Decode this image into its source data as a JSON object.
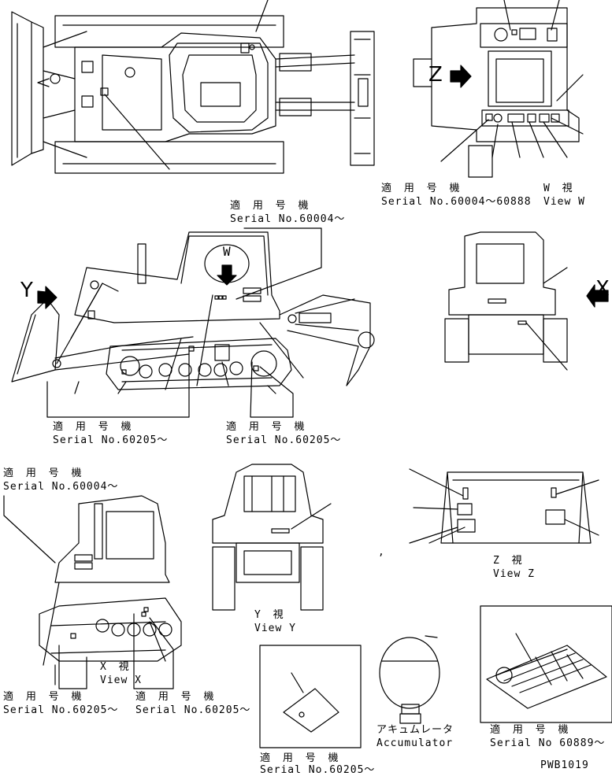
{
  "labels": {
    "w_jp": "適 用 号 機",
    "w_serial": "Serial No.60004～60888",
    "view_w_jp": "W 視",
    "view_w": "View W",
    "side_top_jp": "適 用 号 機",
    "side_top_serial": "Serial No.60004～",
    "side_left_jp": "適 用 号 機",
    "side_left_serial": "Serial No.60205～",
    "side_right_jp": "適 用 号 機",
    "side_right_serial": "Serial No.60205～",
    "x_top_jp": "適 用 号 機",
    "x_top_serial": "Serial No.60004～",
    "x_bl_jp": "適 用 号 機",
    "x_bl_serial": "Serial No.60205～",
    "x_br_jp": "適 用 号 機",
    "x_br_serial": "Serial No.60205～",
    "view_x_jp": "X 視",
    "view_x": "View X",
    "view_y_jp": "Y 視",
    "view_y": "View Y",
    "view_z_jp": "Z 視",
    "view_z": "View Z",
    "panel_jp": "適 用 号 機",
    "panel_serial": "Serial No.60205～",
    "accum_jp": "アキュムレータ",
    "accum": "Accumulator",
    "manual_jp": "適 用 号 機",
    "manual_serial": "Serial No 60889～",
    "letter_z": "Z",
    "letter_y": "Y",
    "letter_x": "X",
    "letter_w": "W",
    "comma": ",",
    "drawing_no": "PWB1019"
  }
}
